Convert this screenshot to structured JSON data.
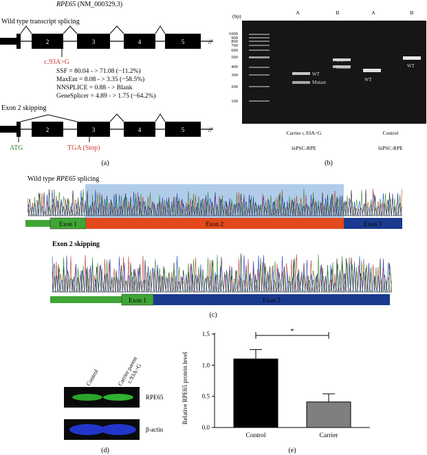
{
  "panel_a": {
    "gene_title": "RPE65",
    "gene_accession": "(NM_000329.3)",
    "wt_title": "Wild type transcript splicing",
    "mutation": "c.93A>G",
    "scores": [
      "SSF = 80.04 - > 71.08 (−11.2%)",
      "MaxEnt = 8.08 - > 3.35 (−58.5%)",
      "NNSPLICE = 0.88 - > Blank",
      "GeneSplicer = 4.89 - > 1.75 (−64.2%)"
    ],
    "skip_title": "Exon 2 skipping",
    "exons": [
      "2",
      "3",
      "4",
      "5"
    ],
    "atg": "ATG",
    "tga": "TGA (Stop)",
    "label": "(a)"
  },
  "panel_b": {
    "unit": "(bp)",
    "ladder": [
      "1000",
      "900",
      "800",
      "700",
      "600",
      "500",
      "400",
      "300",
      "200",
      "100"
    ],
    "lane_labels": [
      "A",
      "B",
      "A",
      "B"
    ],
    "bands": [
      "WT",
      "Mutant",
      "WT",
      "Mutant",
      "WT",
      "WT"
    ],
    "group1": "Carrier c.93A>G",
    "group2": "Control",
    "cell1": "hiPSC-RPE",
    "cell2": "hiPSC-RPE",
    "label": "(b)"
  },
  "panel_c": {
    "wt_title_prefix": "Wild type ",
    "wt_title_gene": "RPE65",
    "wt_title_suffix": " splicing",
    "wt_exons": [
      "Exon 1",
      "Exon 2",
      "Exon 3"
    ],
    "skip_title": "Exon 2 skipping",
    "skip_exons": [
      "Exon 1",
      "Exon 3"
    ],
    "label": "(c)",
    "colors": {
      "exon1": "#3fa535",
      "exon2": "#e2491c",
      "exon3": "#1a3a8f",
      "highlight": "#6fa3d8"
    }
  },
  "panel_d": {
    "lanes": [
      "Control",
      "Carrier parent c.93A>G"
    ],
    "rows": [
      "RPE65",
      "β-actin"
    ],
    "label": "(d)"
  },
  "panel_e": {
    "significance": "*",
    "label": "(e)"
  },
  "chart_data": {
    "type": "bar",
    "categories": [
      "Control",
      "Carrier"
    ],
    "values": [
      1.1,
      0.41
    ],
    "errors": [
      0.15,
      0.13
    ],
    "ylabel": "Relative RPE65 protein level",
    "ylim": [
      0,
      1.5
    ],
    "yticks": [
      "0.0",
      "0.5",
      "1.0",
      "1.5"
    ],
    "colors": [
      "#000000",
      "#7f7f7f"
    ]
  }
}
